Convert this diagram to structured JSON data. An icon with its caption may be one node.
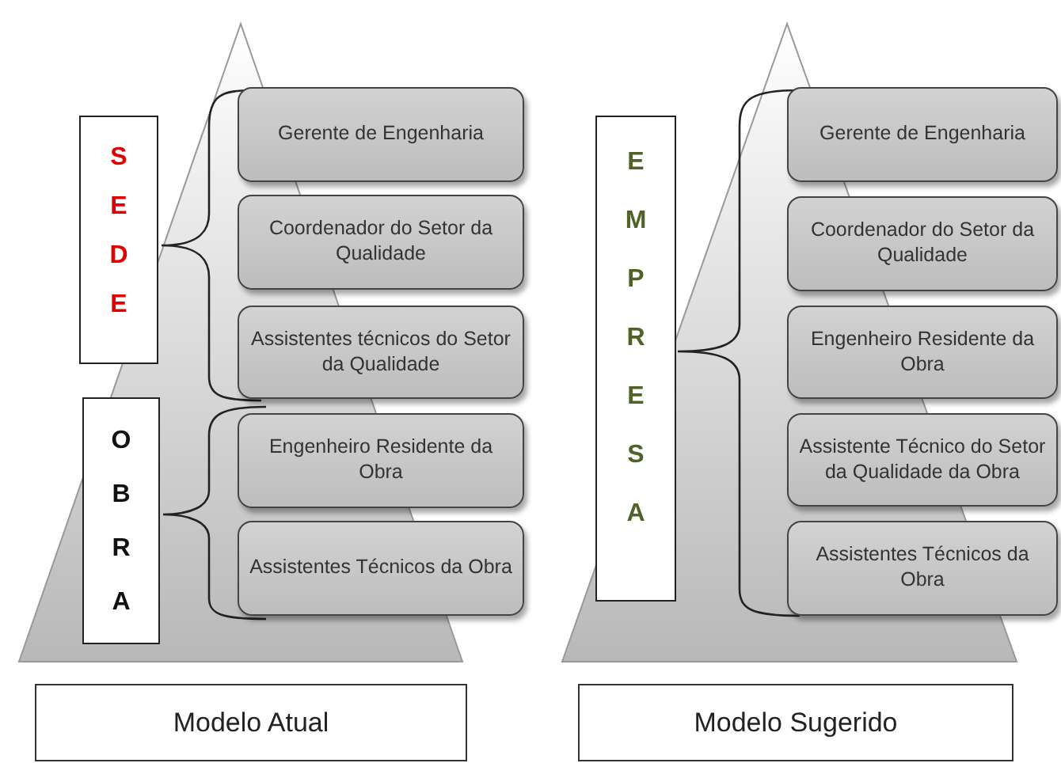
{
  "diagram": {
    "nodes": [
      {
        "text": [
          "SEDE"
        ]
      },
      {
        "text": [
          "Gerente de Engenharia"
        ]
      },
      {
        "text": [
          "Coordenador do Setor da Qualidade"
        ]
      },
      {
        "text": [
          "Assistentes técnicos do Setor da Qualidade"
        ]
      },
      {
        "text": [
          "OBRA"
        ]
      },
      {
        "text": [
          "Engenheiro Residente da Obra"
        ]
      },
      {
        "text": [
          "Assistentes Técnicos da Obra"
        ]
      },
      {
        "text": [
          "Modelo Atual"
        ]
      },
      {
        "text": [
          "EMPRESA"
        ]
      },
      {
        "text": [
          "Gerente de Engenharia"
        ]
      },
      {
        "text": [
          "Coordenador do Setor da Qualidade"
        ]
      },
      {
        "text": [
          "Engenheiro Residente da Obra"
        ]
      },
      {
        "text": [
          "Assistente Técnico do Setor da Qualidade da Obra"
        ]
      },
      {
        "text": [
          "Assistentes Técnicos da Obra"
        ]
      },
      {
        "text": [
          "Modelo Sugerido"
        ]
      }
    ]
  }
}
